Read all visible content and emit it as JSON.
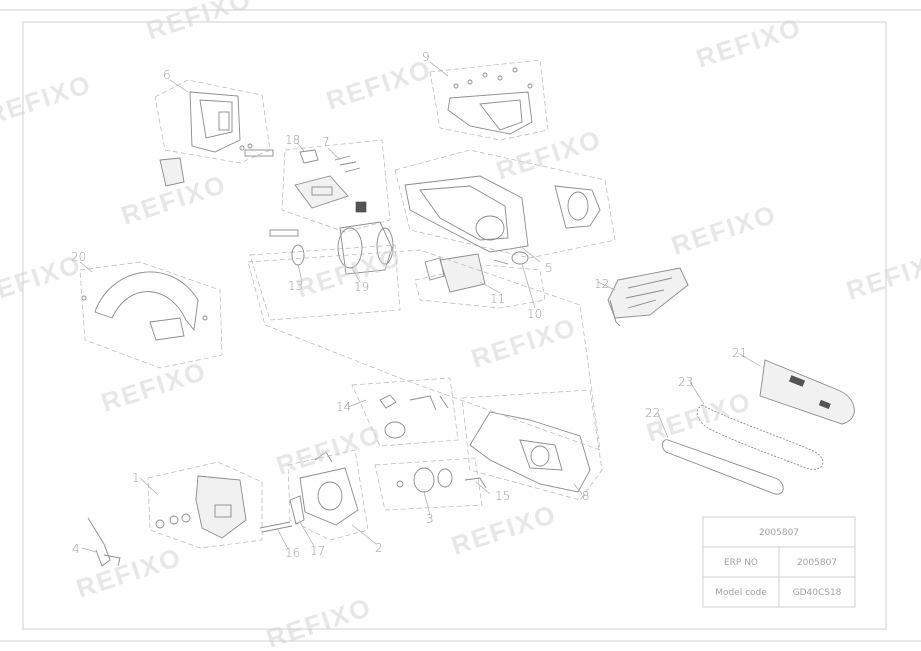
{
  "watermark": "REFIXO",
  "callouts": [
    "1",
    "2",
    "3",
    "4",
    "5",
    "6",
    "7",
    "8",
    "9",
    "10",
    "11",
    "12",
    "13",
    "14",
    "15",
    "16",
    "17",
    "18",
    "19",
    "20",
    "21",
    "22",
    "23"
  ],
  "title_block": {
    "part_number": "2005807",
    "erp_label": "ERP NO",
    "erp_value": "2005807",
    "model_label": "Model code",
    "model_value": "GD40CS18"
  }
}
